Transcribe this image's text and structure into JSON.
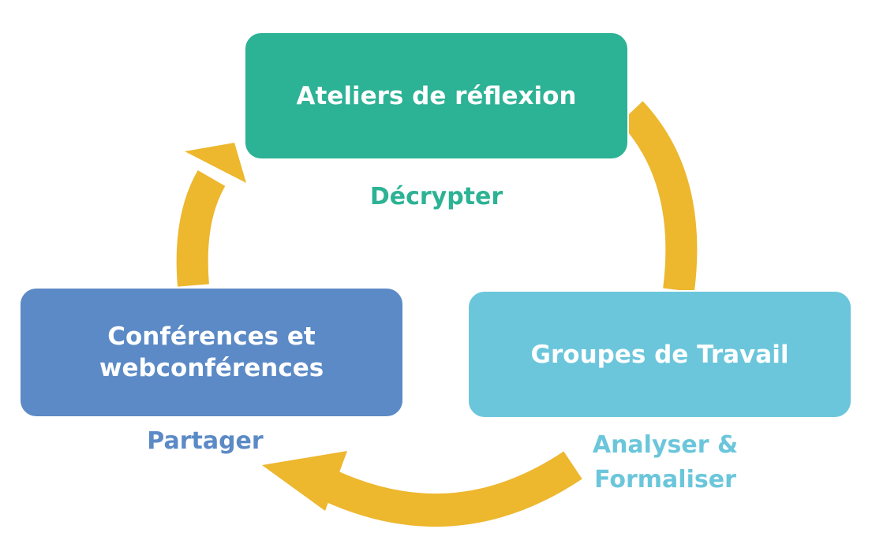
{
  "colors": {
    "arrow": "#EDB72E",
    "stage_1": "#2CB294",
    "stage_2": "#6BC6DB",
    "stage_3": "#5B8AC6"
  },
  "stages": [
    {
      "id": "ateliers",
      "label_lines": [
        "Ateliers de réflexion"
      ],
      "verb_lines": [
        "Décrypter"
      ]
    },
    {
      "id": "groupes",
      "label_lines": [
        "Groupes de Travail"
      ],
      "verb_lines": [
        "Analyser &",
        "Formaliser"
      ]
    },
    {
      "id": "conferences",
      "label_lines": [
        "Conférences et",
        "webconférences"
      ],
      "verb_lines": [
        "Partager"
      ]
    }
  ]
}
